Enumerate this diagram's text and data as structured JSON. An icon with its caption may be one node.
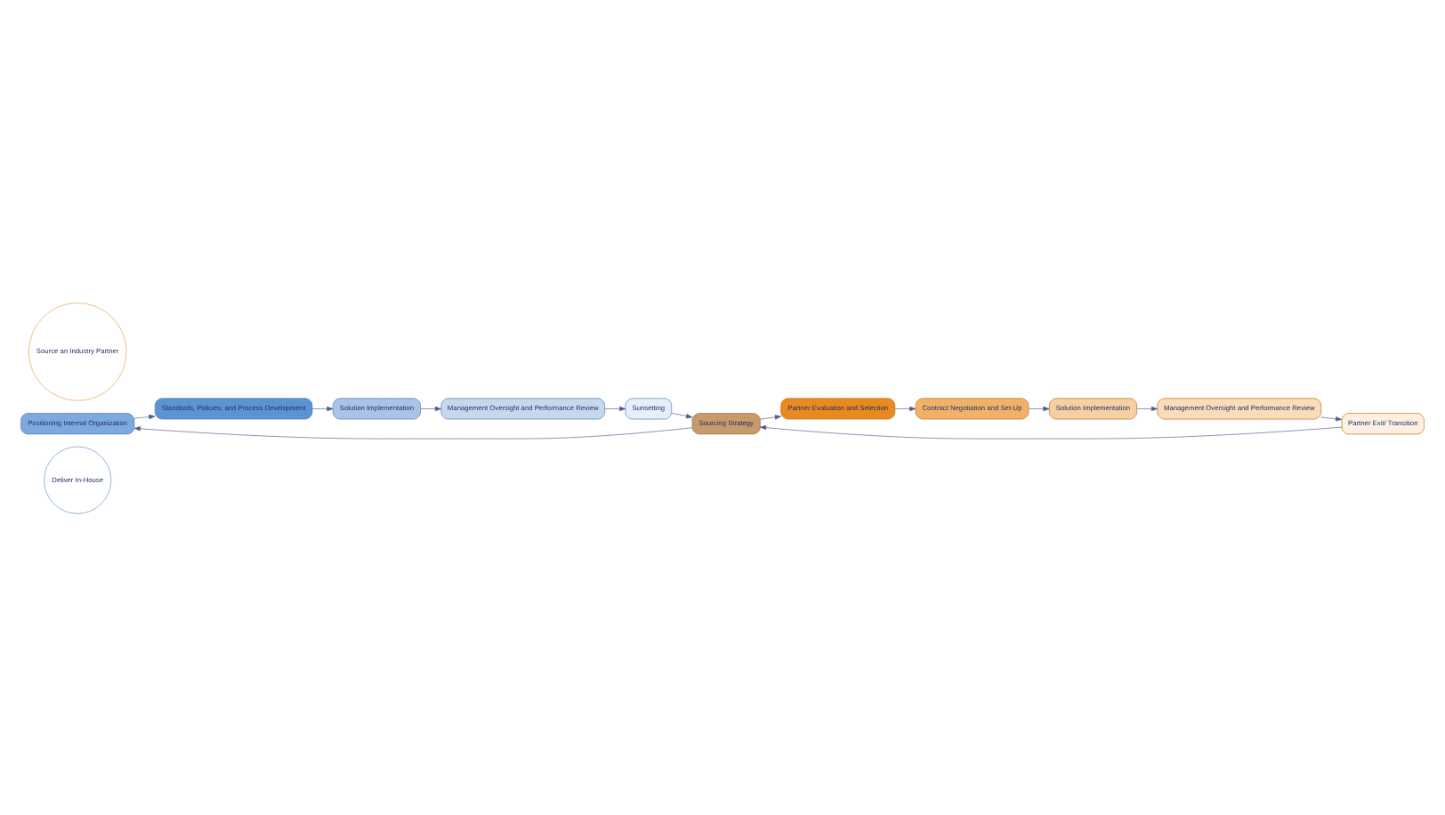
{
  "diagram": {
    "nodes": [
      {
        "text": [
          "Deliver In-House"
        ]
      },
      {
        "text": [
          "Positioning Internal Organization"
        ]
      },
      {
        "text": [
          "Standards, Policies, and Process Development"
        ]
      },
      {
        "text": [
          "Solution Implementation"
        ]
      },
      {
        "text": [
          "Management Oversight and Performance Review"
        ]
      },
      {
        "text": [
          "Sunsetting"
        ]
      },
      {
        "text": [
          "Sourcing Strategy"
        ]
      },
      {
        "text": [
          "Source an Industry Partner"
        ]
      },
      {
        "text": [
          "Partner Evaluation and Selection"
        ]
      },
      {
        "text": [
          "Contract Negotiation and Set-Up"
        ]
      },
      {
        "text": [
          "Solution Implementation"
        ]
      },
      {
        "text": [
          "Management Oversight and Performance Review"
        ]
      },
      {
        "text": [
          "Partner Exit/ Transition"
        ]
      }
    ],
    "edges": [
      {
        "from": 6,
        "to": 1,
        "arrow": "to"
      },
      {
        "from": 1,
        "to": 2,
        "arrow": "to"
      },
      {
        "from": 2,
        "to": 3,
        "arrow": "to"
      },
      {
        "from": 3,
        "to": 4,
        "arrow": "to"
      },
      {
        "from": 4,
        "to": 5,
        "arrow": "to"
      },
      {
        "from": 5,
        "to": 6,
        "arrow": "to"
      },
      {
        "from": 6,
        "to": 8,
        "arrow": "to"
      },
      {
        "from": 8,
        "to": 9,
        "arrow": "to"
      },
      {
        "from": 9,
        "to": 10,
        "arrow": "to"
      },
      {
        "from": 10,
        "to": 11,
        "arrow": "to"
      },
      {
        "from": 11,
        "to": 12,
        "arrow": "to"
      },
      {
        "from": 12,
        "to": 6,
        "arrow": "to"
      }
    ]
  }
}
